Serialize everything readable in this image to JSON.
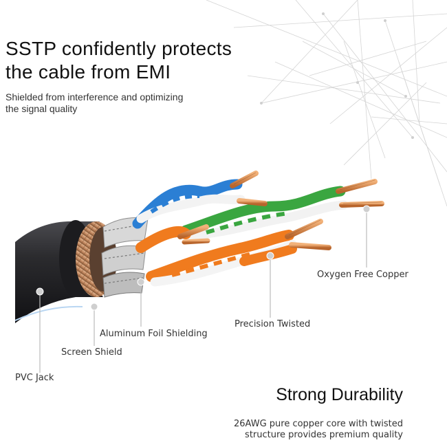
{
  "headline": {
    "line1": "SSTP confidently protects",
    "line2": "the cable from EMI"
  },
  "subline": {
    "line1": "Shielded from interference and optimizing",
    "line2": "the signal quality"
  },
  "callouts": {
    "oxygen_free_copper": "Oxygen Free Copper",
    "precision_twisted": "Precision Twisted",
    "aluminum_foil_shielding": "Aluminum Foil Shielding",
    "screen_shield": "Screen Shield",
    "pvc_jack": "PVC Jack"
  },
  "durability": {
    "title": "Strong Durability",
    "line1": "26AWG pure copper core with twisted",
    "line2": "structure provides premium quality"
  },
  "colors": {
    "jacket": "#2b2b2e",
    "braid": "#c58a62",
    "foil": "#9a9a9a",
    "blue_pair": "#2b7fd4",
    "green_pair": "#3aa640",
    "orange_pair": "#f07b1e",
    "copper": "#d98a4a",
    "callout_line": "#bbbbbb"
  },
  "icons": [
    "network-mesh-graphic",
    "cable-cross-section-illustration"
  ]
}
